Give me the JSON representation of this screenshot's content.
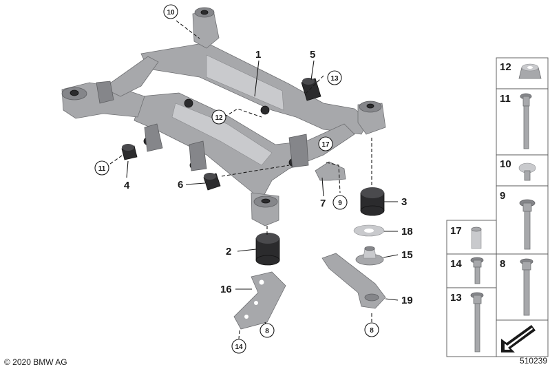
{
  "diagram": {
    "part_labels": [
      "1",
      "2",
      "3",
      "4",
      "5",
      "6",
      "7",
      "16",
      "18",
      "15",
      "19"
    ],
    "circled_labels": [
      "10",
      "13",
      "12",
      "17",
      "11",
      "9",
      "8",
      "8",
      "14"
    ],
    "legend_panels": [
      "12",
      "11",
      "10",
      "9",
      "17",
      "8",
      "14",
      "13"
    ]
  },
  "footer": {
    "copyright": "© 2020 BMW AG",
    "diagram_id": "510239"
  }
}
